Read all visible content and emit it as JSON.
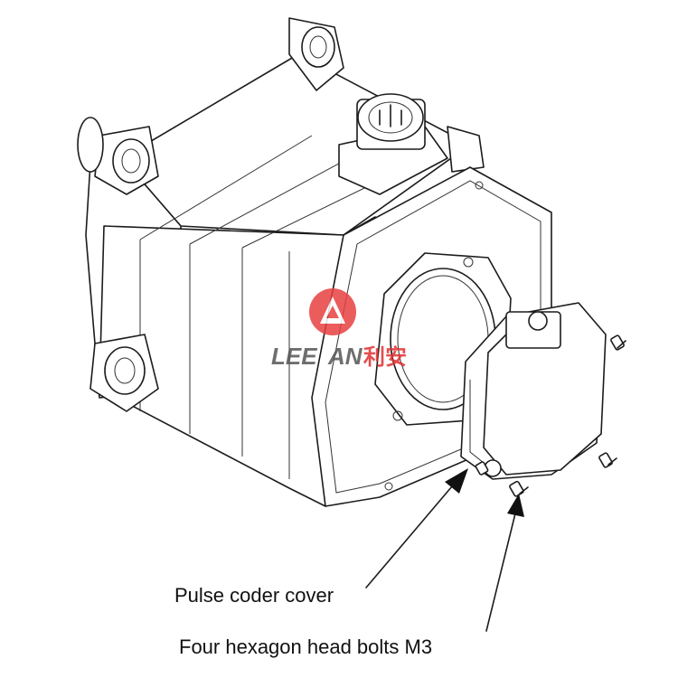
{
  "labels": {
    "pulse_coder_cover": "Pulse coder cover",
    "bolts": "Four hexagon head bolts M3"
  },
  "watermark": {
    "text_left": "LEE",
    "text_mid": "AN",
    "text_cn": "利安",
    "color": "#e03030"
  },
  "colors": {
    "line": "#1c1c1c",
    "background": "#ffffff",
    "accent": "#e03030"
  }
}
